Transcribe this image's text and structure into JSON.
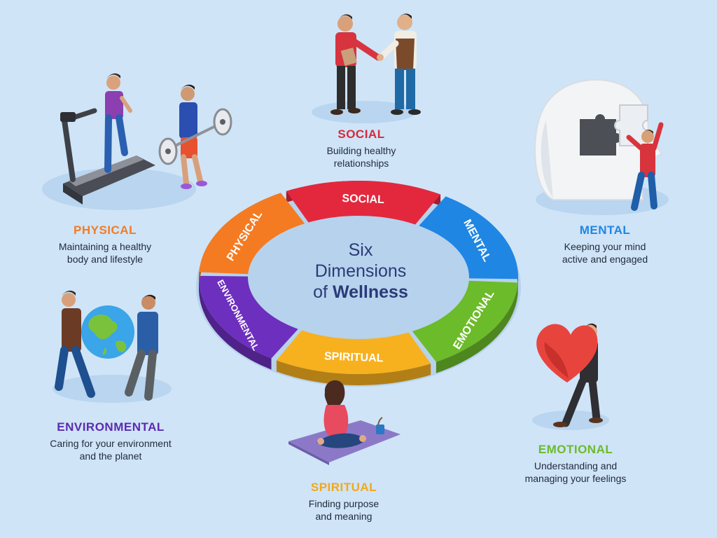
{
  "center": {
    "line1": "Six",
    "line2": "Dimensions",
    "line3_prefix": "of",
    "line3_bold": "Wellness"
  },
  "wheel": {
    "segments": [
      {
        "label": "SOCIAL",
        "color": "#e3283d"
      },
      {
        "label": "MENTAL",
        "color": "#1f86e4"
      },
      {
        "label": "EMOTIONAL",
        "color": "#6cbb2a"
      },
      {
        "label": "SPIRITUAL",
        "color": "#f7b11f"
      },
      {
        "label": "ENVIRONMENTAL",
        "color": "#6d2fbd"
      },
      {
        "label": "PHYSICAL",
        "color": "#f47b22"
      }
    ]
  },
  "dimensions": {
    "social": {
      "title": "SOCIAL",
      "desc": [
        "Building healthy",
        "relationships"
      ],
      "color": "#d8283a"
    },
    "mental": {
      "title": "MENTAL",
      "desc": [
        "Keeping your mind",
        "active and engaged"
      ],
      "color": "#1f86e4"
    },
    "emotional": {
      "title": "EMOTIONAL",
      "desc": [
        "Understanding and",
        "managing your feelings"
      ],
      "color": "#6cbb2a"
    },
    "spiritual": {
      "title": "SPIRITUAL",
      "desc": [
        "Finding purpose",
        "and meaning"
      ],
      "color": "#f2a81a"
    },
    "environmental": {
      "title": "ENVIRONMENTAL",
      "desc": [
        "Caring for your environment",
        "and the planet"
      ],
      "color": "#5b2bb0"
    },
    "physical": {
      "title": "PHYSICAL",
      "desc": [
        "Maintaining a healthy",
        "body and lifestyle"
      ],
      "color": "#f47b22"
    }
  },
  "illustrations": [
    {
      "name": "two-men-handshake-illustration"
    },
    {
      "name": "head-puzzle-illustration"
    },
    {
      "name": "man-carrying-heart-illustration"
    },
    {
      "name": "woman-meditating-illustration"
    },
    {
      "name": "two-men-holding-globe-illustration"
    },
    {
      "name": "treadmill-and-weightlifter-illustration"
    }
  ]
}
